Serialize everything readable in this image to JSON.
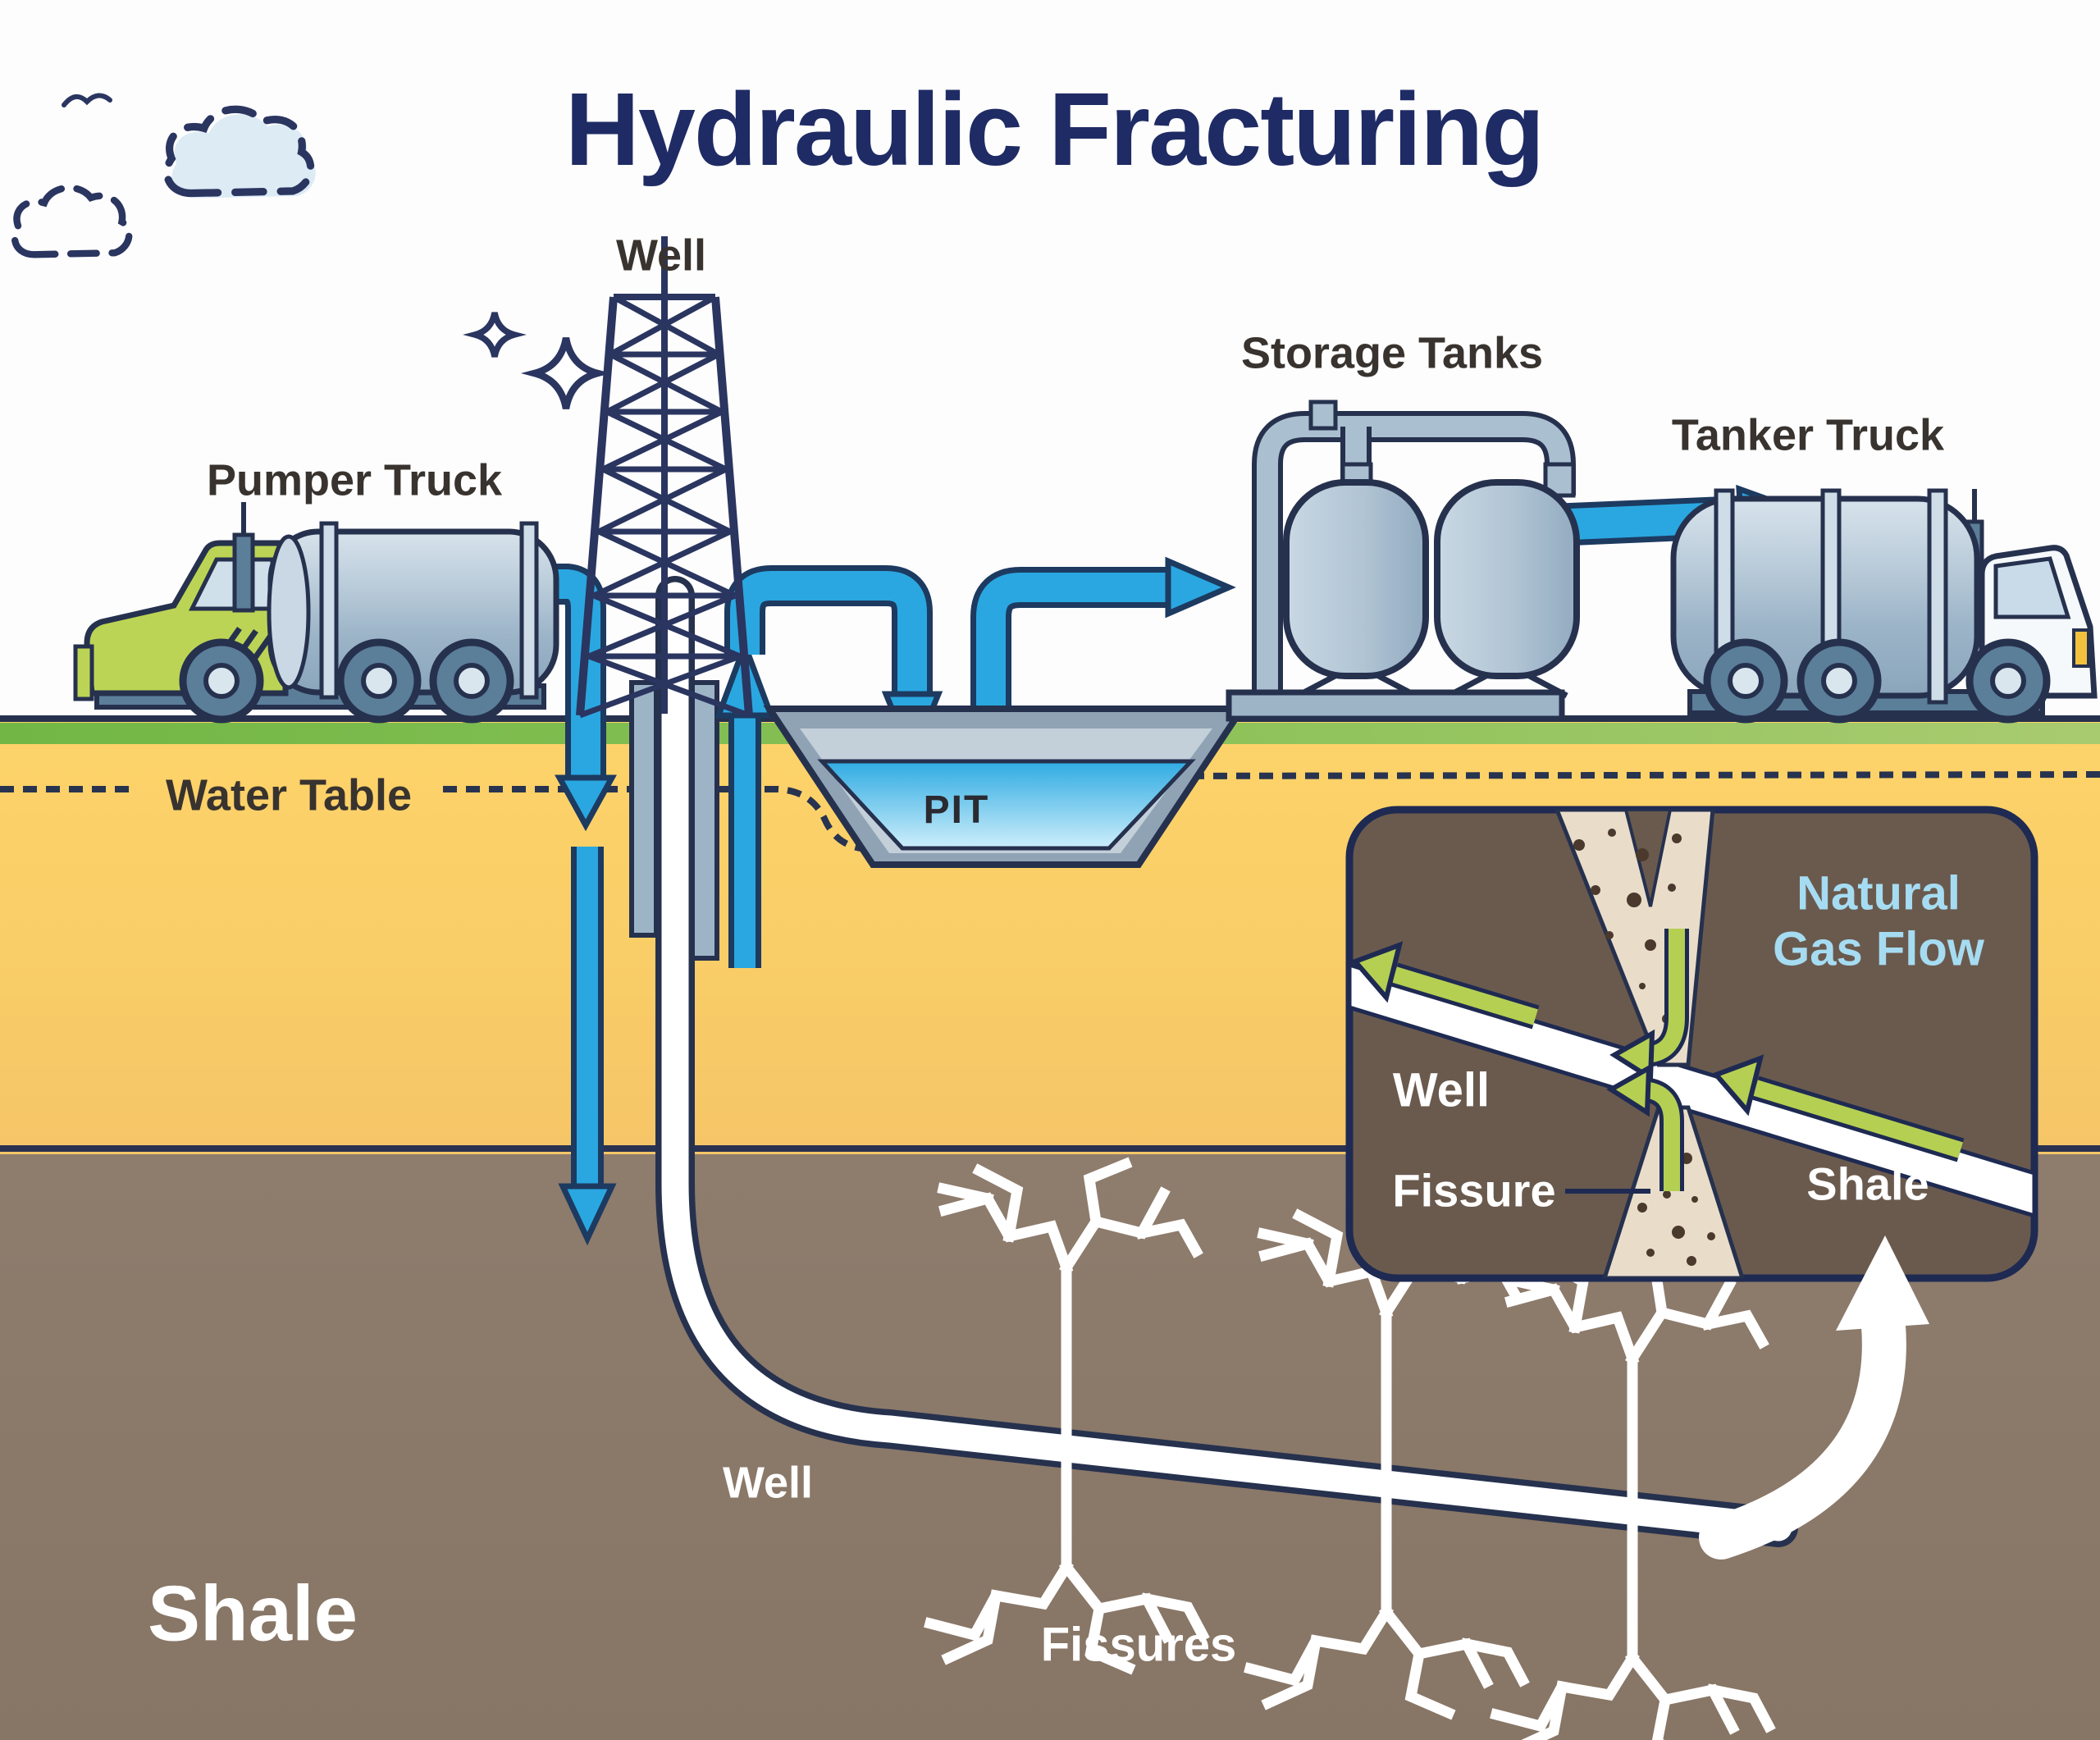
{
  "title": "Hydraulic Fracturing",
  "labels": {
    "well_top": "Well",
    "pumper_truck": "Pumper Truck",
    "storage_tanks": "Storage Tanks",
    "tanker_truck": "Tanker Truck",
    "water_table": "Water Table",
    "pit": "PIT",
    "natural_gas_flow_line1": "Natural",
    "natural_gas_flow_line2": "Gas Flow",
    "inset_well": "Well",
    "inset_fissure": "Fissure",
    "inset_shale": "Shale",
    "well_underground": "Well",
    "shale_main": "Shale",
    "fissures": "Fissures"
  },
  "colors": {
    "title_navy": "#1f2b64",
    "outline_navy": "#26314e",
    "flow_arrow_blue": "#2aa7e0",
    "grass_green": "#74b845",
    "soil_yellow": "#fbd168",
    "shale_brown": "#8c7a6b",
    "inset_brown": "#6a5a4e",
    "gas_arrow_green": "#b5cf52",
    "gas_label_blue": "#a6dcf2",
    "pit_water_blue": "#2fabe2",
    "truck_cab_green": "#bcd455",
    "metal_blue_gray": "#9db4c7",
    "fissure_crack_white": "#ffffff",
    "speckle_tan": "#e9ddca"
  },
  "icons": [
    "cloud-icon",
    "bird-icon",
    "sparkle-icon",
    "derrick-icon",
    "pumper-truck-icon",
    "tanker-truck-icon",
    "storage-tanks-icon",
    "pit-icon",
    "flow-arrow-icon",
    "well-bore-icon",
    "fissure-crack-icon",
    "natural-gas-inset-icon",
    "white-curved-arrow-icon"
  ]
}
